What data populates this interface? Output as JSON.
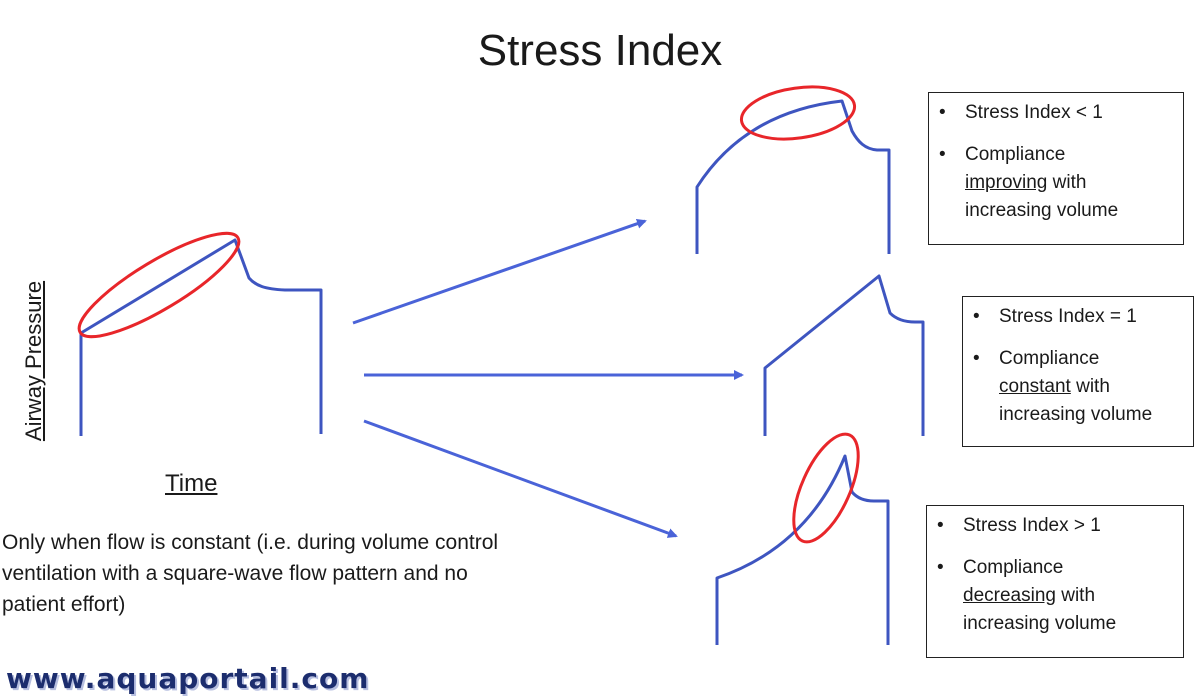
{
  "title": "Stress Index",
  "left_plot": {
    "y_label": "Airway Pressure",
    "x_label": "Time"
  },
  "note": "Only when flow is constant (i.e. during volume control ventilation with a square-wave flow pattern and no patient effort)",
  "boxes": [
    {
      "index_text": "Stress Index < 1",
      "compliance_prefix": "Compliance",
      "compliance_keyword": "improving",
      "compliance_suffix": " with increasing volume"
    },
    {
      "index_text": "Stress Index = 1",
      "compliance_prefix": "Compliance",
      "compliance_keyword": "constant",
      "compliance_suffix": " with increasing volume"
    },
    {
      "index_text": "Stress Index > 1",
      "compliance_prefix": "Compliance",
      "compliance_keyword": "decreasing",
      "compliance_suffix": " with increasing volume"
    }
  ],
  "watermark": "www.aquaportail.com",
  "colors": {
    "waveform": "#3e55c0",
    "highlight_ellipse": "#e8262a",
    "arrow": "#4a63d8"
  }
}
